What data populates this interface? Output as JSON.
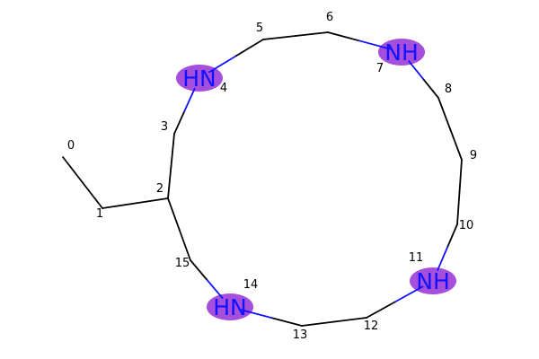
{
  "molecule": {
    "atoms": [
      {
        "index": "0",
        "label": ""
      },
      {
        "index": "1",
        "label": ""
      },
      {
        "index": "2",
        "label": ""
      },
      {
        "index": "3",
        "label": ""
      },
      {
        "index": "4",
        "label": "HN",
        "highlighted": true
      },
      {
        "index": "5",
        "label": ""
      },
      {
        "index": "6",
        "label": ""
      },
      {
        "index": "7",
        "label": "NH",
        "highlighted": true
      },
      {
        "index": "8",
        "label": ""
      },
      {
        "index": "9",
        "label": ""
      },
      {
        "index": "10",
        "label": ""
      },
      {
        "index": "11",
        "label": "NH",
        "highlighted": true
      },
      {
        "index": "12",
        "label": ""
      },
      {
        "index": "13",
        "label": ""
      },
      {
        "index": "14",
        "label": "HN",
        "highlighted": true
      },
      {
        "index": "15",
        "label": ""
      }
    ],
    "bonds": [
      [
        0,
        1
      ],
      [
        1,
        2
      ],
      [
        2,
        3
      ],
      [
        3,
        4
      ],
      [
        4,
        5
      ],
      [
        5,
        6
      ],
      [
        6,
        7
      ],
      [
        7,
        8
      ],
      [
        8,
        9
      ],
      [
        9,
        10
      ],
      [
        10,
        11
      ],
      [
        11,
        12
      ],
      [
        12,
        13
      ],
      [
        13,
        14
      ],
      [
        14,
        15
      ],
      [
        15,
        2
      ]
    ],
    "colors": {
      "carbon_bond": "#000000",
      "nitrogen": "#1212ff",
      "highlight": "#a64fdd"
    }
  }
}
